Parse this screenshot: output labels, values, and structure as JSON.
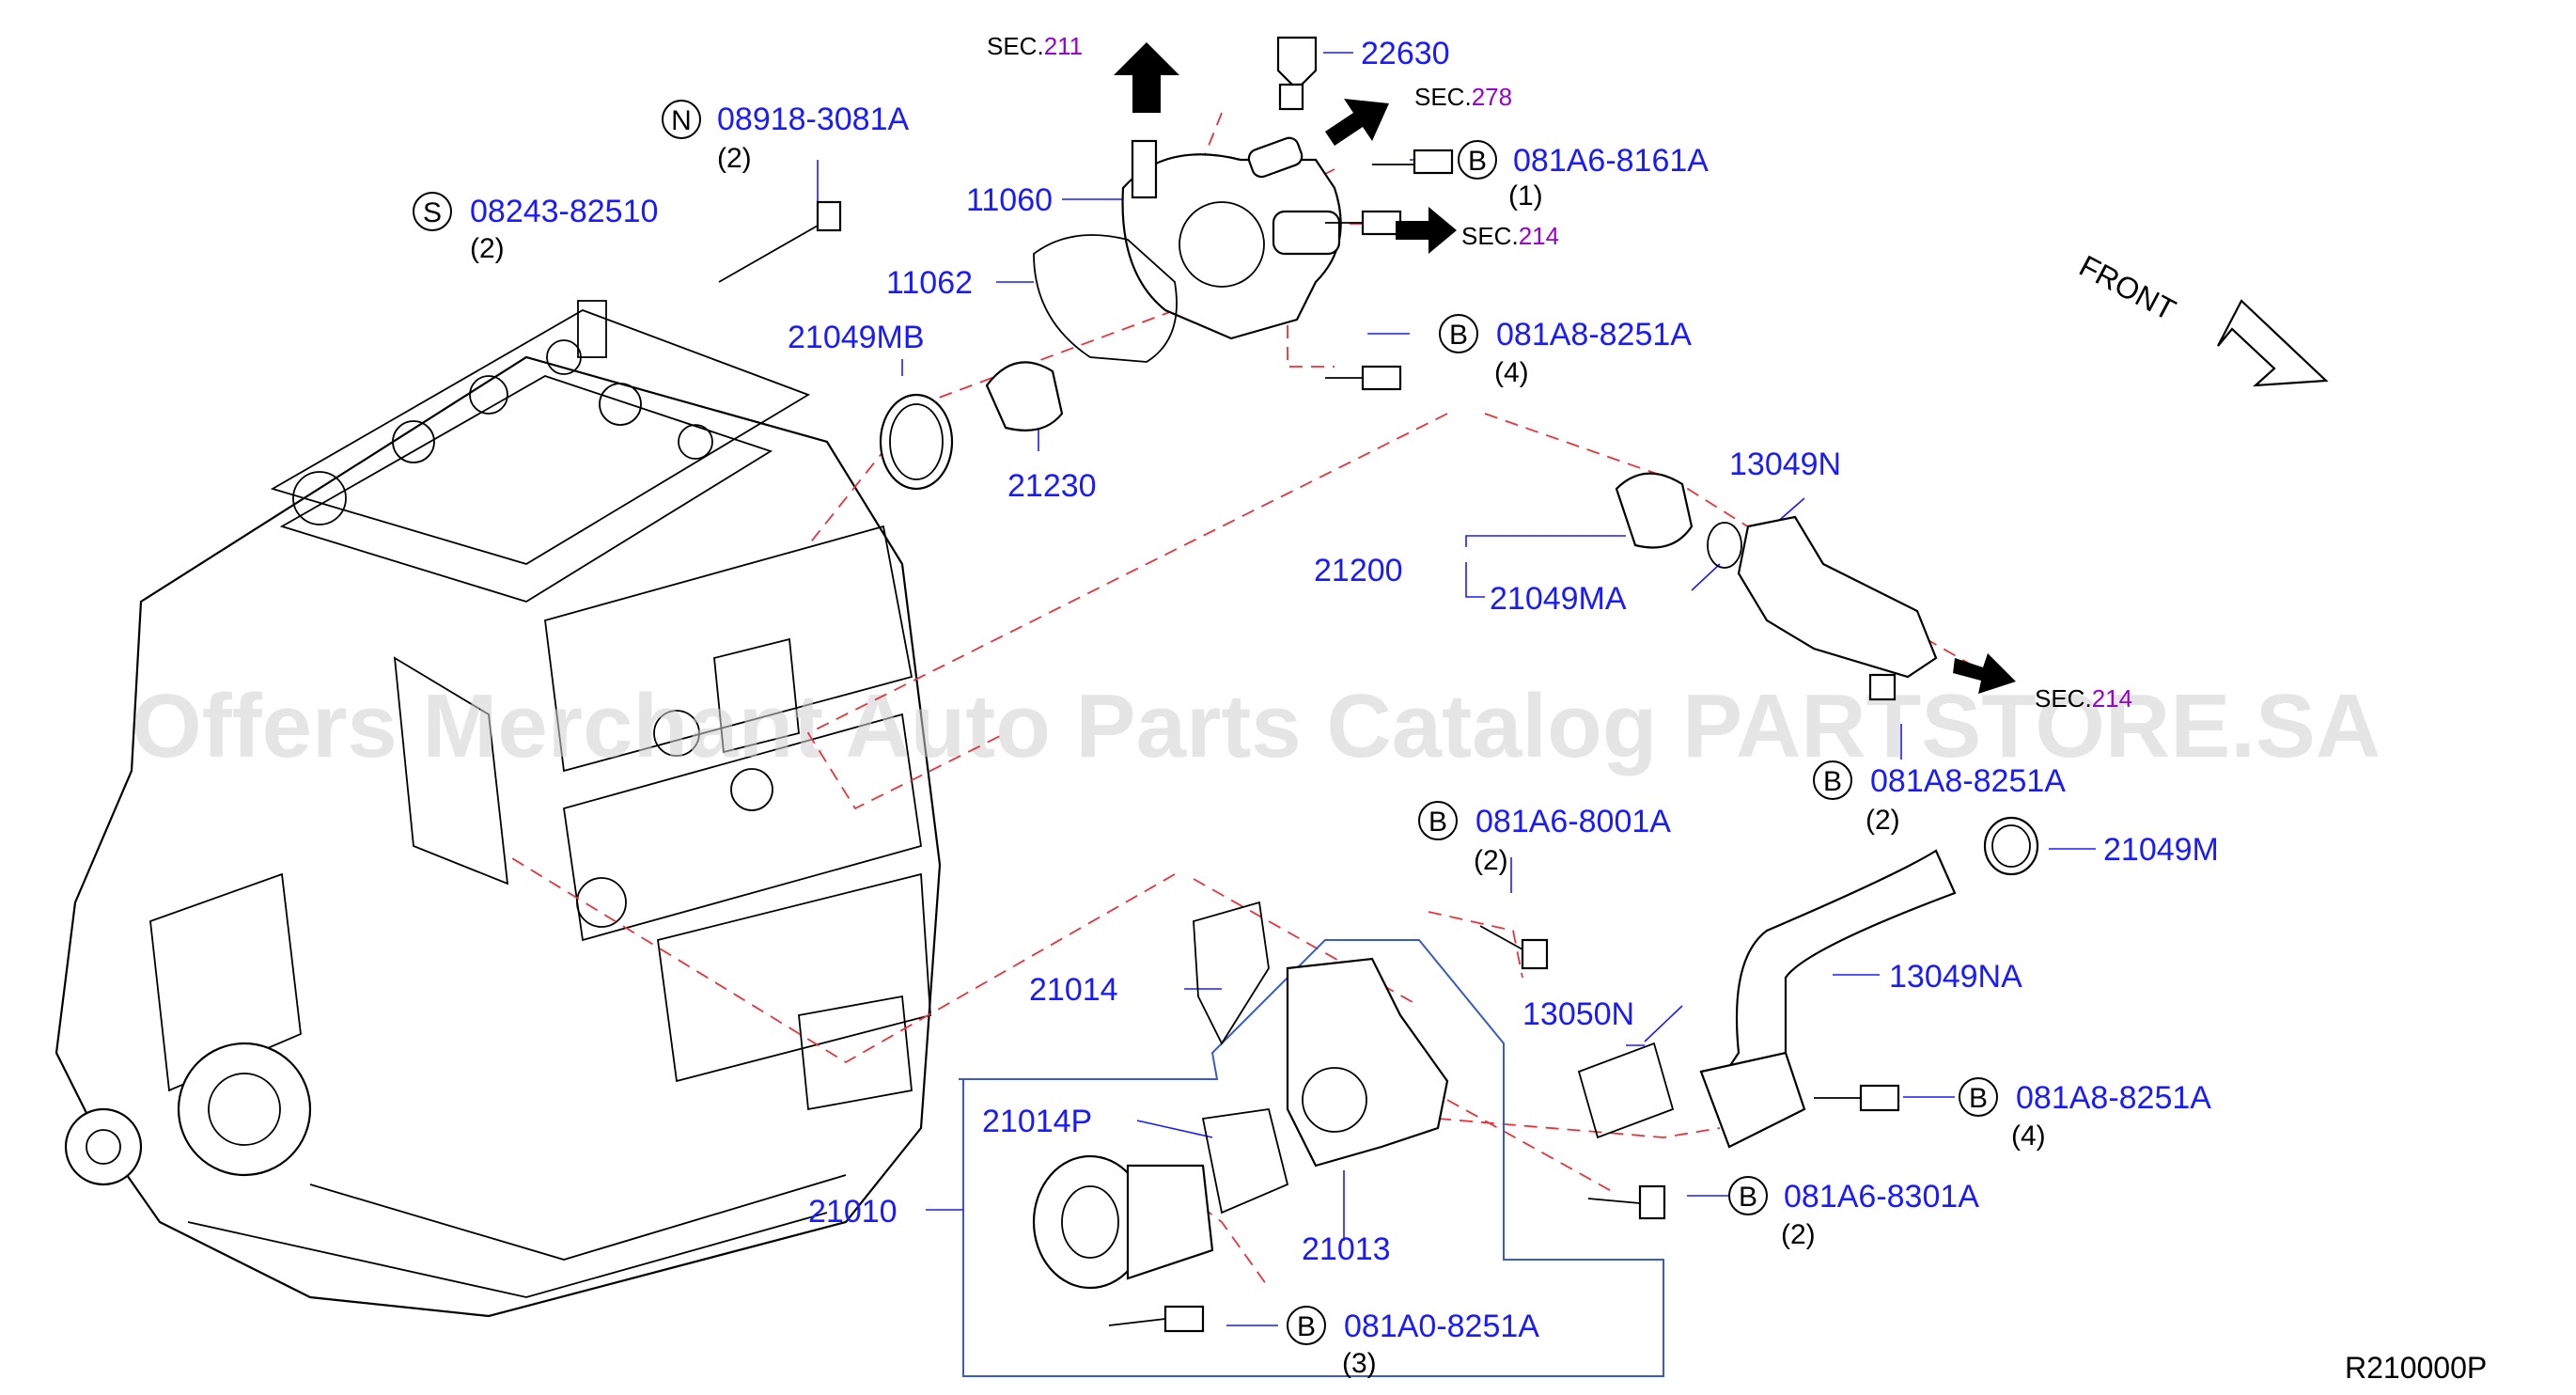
{
  "diagram_code": "R210000P",
  "watermark": "Offers Merchant Auto Parts Catalog PARTSTORE.SA",
  "front_label": "FRONT",
  "sec_refs": {
    "s211": {
      "prefix": "SEC.",
      "num": "211"
    },
    "s278": {
      "prefix": "SEC.",
      "num": "278"
    },
    "s214": {
      "prefix": "SEC.",
      "num": "214"
    },
    "s214b": {
      "prefix": "SEC.",
      "num": "214"
    }
  },
  "parts": {
    "p22630": "22630",
    "p08918": "08918-3081A",
    "p08918_qty": "(2)",
    "p08918_circle": "N",
    "p08243": "08243-82510",
    "p08243_qty": "(2)",
    "p08243_circle": "S",
    "p081A6_8161A": "081A6-8161A",
    "p081A6_8161A_qty": "(1)",
    "p081A6_8161A_circle": "B",
    "p11060": "11060",
    "p11062": "11062",
    "p081A8_8251A_top": "081A8-8251A",
    "p081A8_8251A_top_qty": "(4)",
    "p081A8_8251A_top_circle": "B",
    "p21049MB": "21049MB",
    "p21230": "21230",
    "p13049N": "13049N",
    "p21200": "21200",
    "p21049MA": "21049MA",
    "p081A8_8251A_mid": "081A8-8251A",
    "p081A8_8251A_mid_qty": "(2)",
    "p081A8_8251A_mid_circle": "B",
    "p081A6_8001A": "081A6-8001A",
    "p081A6_8001A_qty": "(2)",
    "p081A6_8001A_circle": "B",
    "p21049M": "21049M",
    "p13049NA": "13049NA",
    "p21014": "21014",
    "p13050N": "13050N",
    "p21014P": "21014P",
    "p081A8_8251A_low": "081A8-8251A",
    "p081A8_8251A_low_qty": "(4)",
    "p081A8_8251A_low_circle": "B",
    "p21010": "21010",
    "p081A6_8301A": "081A6-8301A",
    "p081A6_8301A_qty": "(2)",
    "p081A6_8301A_circle": "B",
    "p21013": "21013",
    "p081A0_8251A": "081A0-8251A",
    "p081A0_8251A_qty": "(3)",
    "p081A0_8251A_circle": "B"
  },
  "colors": {
    "part_number": "#1a1aff",
    "sec_number": "#9900cc",
    "dash_line": "#e8323c",
    "box_line": "#3a5cc0"
  }
}
